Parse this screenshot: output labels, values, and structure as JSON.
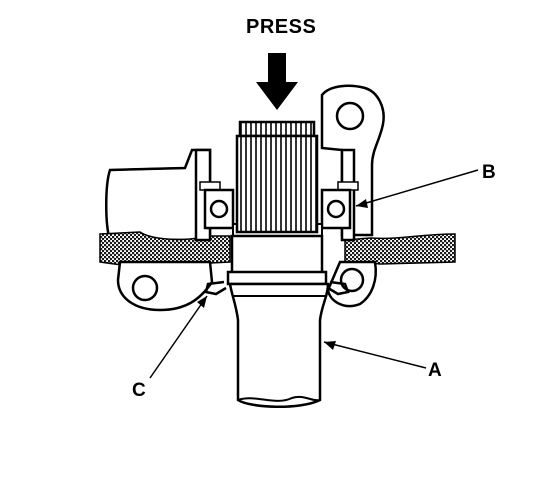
{
  "diagram": {
    "labels": {
      "press": "PRESS",
      "a": "A",
      "b": "B",
      "c": "C"
    },
    "colors": {
      "ink": "#000000",
      "hatch": "#1a1a1a",
      "paper": "#ffffff"
    }
  }
}
